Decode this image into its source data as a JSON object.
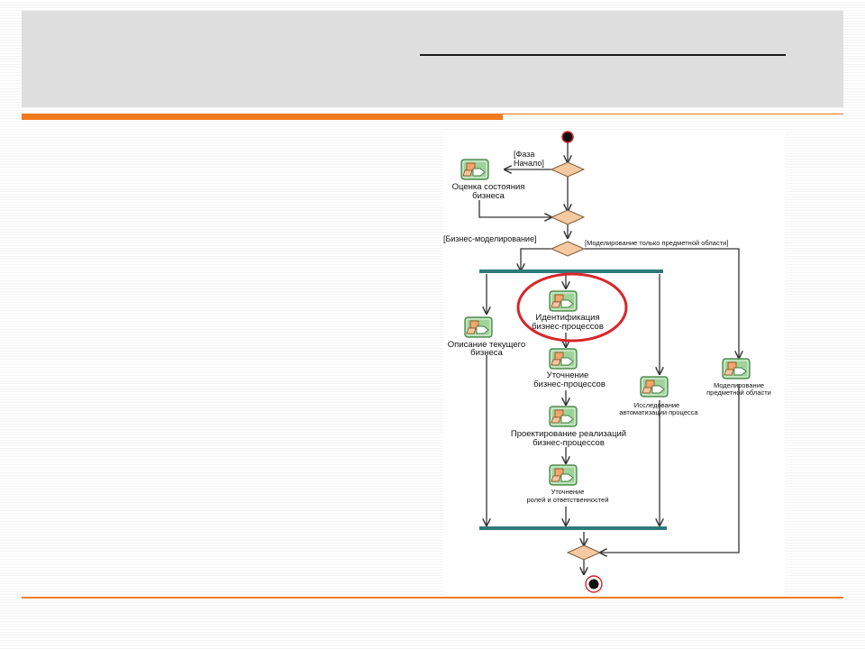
{
  "colors": {
    "accent_orange": "#f07a1e",
    "header_gray": "#dedede",
    "decision_fill": "#f6c9a0",
    "sync_bar": "#2f7a7a",
    "highlight_red": "#d8262b",
    "activity_icon_fill": "#9ed39a"
  },
  "diagram": {
    "guards": {
      "phase_start_1": "[Фаза",
      "phase_start_2": "Начало]",
      "business_modeling": "[Бизнес-моделирование]",
      "domain_only": "[Моделирование только предметной области]"
    },
    "activities": {
      "assess_1": "Оценка состояния",
      "assess_2": "бизнеса",
      "describe_1": "Описание текущего",
      "describe_2": "бизнеса",
      "identify_1": "Идентификация",
      "identify_2": "бизнес-процессов",
      "refine_1": "Уточнение",
      "refine_2": "бизнес-процессов",
      "design_1": "Проектирование реализаций",
      "design_2": "бизнес-процессов",
      "roles_1": "Уточнение",
      "roles_2": "ролей и ответственностей",
      "research_1": "Исследование",
      "research_2": "автоматизации процесса",
      "domain_1": "Моделирование",
      "domain_2": "предметной области"
    }
  }
}
